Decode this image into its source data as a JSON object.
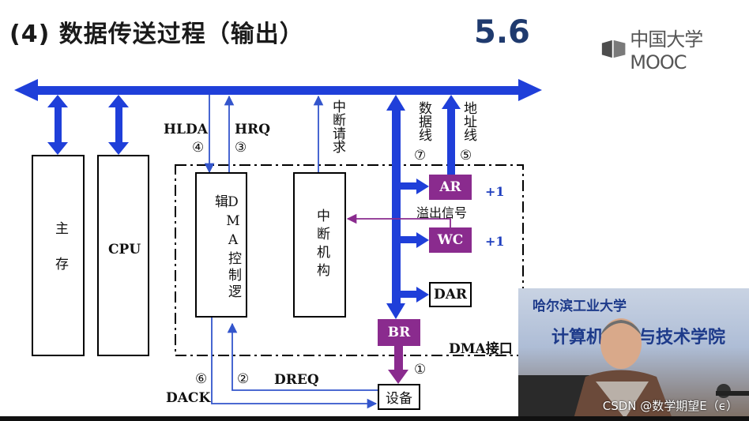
{
  "slide": {
    "title": "(4) 数据传送过程（输出）",
    "chapter_number": "5.6",
    "logo": {
      "text": "中国大学MOOC",
      "icon": "mooc-logo-icon"
    }
  },
  "diagram": {
    "blocks": {
      "main_memory": "主存",
      "cpu": "CPU",
      "dma_logic": "DMA控制逻辑",
      "interrupt_unit": "中断机构",
      "device": "设备",
      "dma_interface": "DMA接口"
    },
    "registers": {
      "ar": "AR",
      "wc": "WC",
      "dar": "DAR",
      "br": "BR"
    },
    "signals": {
      "hlda": "HLDA",
      "hlda_step": "④",
      "hrq": "HRQ",
      "hrq_step": "③",
      "interrupt_request": "中断请求",
      "data_line": "数据线",
      "data_line_step": "⑦",
      "address_line": "地址线",
      "address_line_step": "⑤",
      "overflow_signal": "溢出信号",
      "ar_increment": "+1",
      "wc_increment": "+1",
      "dack": "DACK",
      "dack_step": "⑥",
      "dreq": "DREQ",
      "dreq_step": "②",
      "device_step": "①"
    },
    "colors": {
      "bus": "#1f3fd9",
      "register": "#8a2b8e",
      "signal_line": "#3355cc"
    }
  },
  "webcam": {
    "banner_top": "哈尔滨工业大学",
    "banner_main": "计算机科学与技术学院",
    "watermark": "CSDN @数学期望E（ϵ）"
  }
}
